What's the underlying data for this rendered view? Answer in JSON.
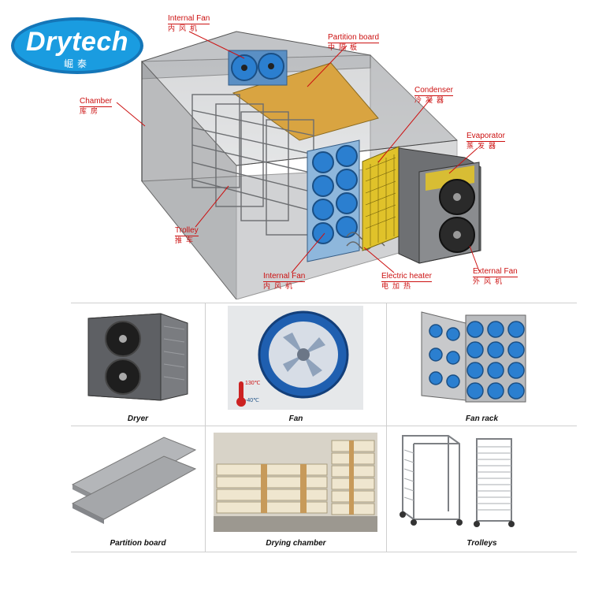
{
  "logo": {
    "name": "Drytech",
    "chinese": "崛泰"
  },
  "callouts": [
    {
      "en": "Internal Fan",
      "cn": "内风机"
    },
    {
      "en": "Partition board",
      "cn": "中隔板"
    },
    {
      "en": "Condenser",
      "cn": "冷凝器"
    },
    {
      "en": "Chamber",
      "cn": "库房"
    },
    {
      "en": "Evaporator",
      "cn": "蒸发器"
    },
    {
      "en": "Trolley",
      "cn": "推车"
    },
    {
      "en": "Internal Fan",
      "cn": "内风机"
    },
    {
      "en": "Electric heater",
      "cn": "电加热"
    },
    {
      "en": "External Fan",
      "cn": "外风机"
    }
  ],
  "gallery": [
    {
      "caption": "Dryer"
    },
    {
      "caption": "Fan",
      "temp_high": "130℃",
      "temp_low": "-40℃"
    },
    {
      "caption": "Fan rack"
    },
    {
      "caption": "Partition board"
    },
    {
      "caption": "Drying chamber"
    },
    {
      "caption": "Trolleys"
    }
  ],
  "colors": {
    "callout": "#cc1111",
    "logo": "#1a9ce0",
    "fan_blue": "#2b7fd0",
    "partition": "#d9a441",
    "condenser": "#e0c22a"
  }
}
